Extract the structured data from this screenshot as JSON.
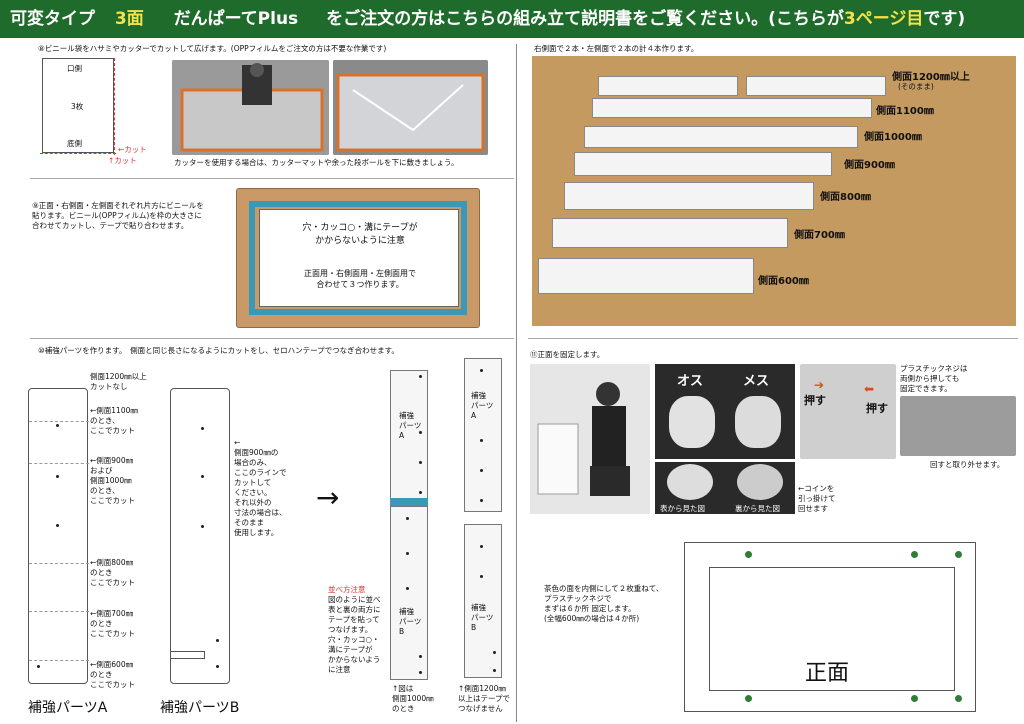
{
  "header": {
    "part1": "可変タイプ",
    "part2": "3面",
    "part3": "だんぱーてPlus",
    "part4": "をご注文の方はこちらの組み立て説明書をご覧ください。(こちらが",
    "part5": "3ページ目",
    "part6": "です)"
  },
  "s8": {
    "title": "⑧ビニール袋をハサミやカッターでカットして広げます。(OPPフィルムをご注文の方は不要な作業です)",
    "top": "口側",
    "mid": "3枚",
    "bottom": "底側",
    "cut1": "←カット",
    "cut2": "↑カット",
    "caption": "カッターを使用する場合は、カッターマットや余った段ボールを下に敷きましょう。"
  },
  "s9": {
    "text": [
      "⑨正面・右側面・左側面それぞれ片方にビニールを",
      "貼ります。ビニール(OPPフィルム)を枠の大きさに",
      "合わせてカットし、テープで貼り合わせます。"
    ],
    "note1": "穴・カッコ○・溝にテープが",
    "note2": "かからないように注意",
    "note3": "正面用・右側面用・左側面用で",
    "note4": "合わせて３つ作ります。"
  },
  "s10": {
    "title": "⑩補強パーツを作ります。　側面と同じ長さになるようにカットをし、セロハンテープでつなぎ合わせます。",
    "a_top": [
      "側面1200㎜以上",
      "カットなし"
    ],
    "a_marks": [
      [
        "←側面1100㎜",
        "のとき、",
        "ここでカット"
      ],
      [
        "←側面900㎜",
        "および",
        "側面1000㎜",
        "のとき、",
        "ここでカット"
      ],
      [
        "←側面800㎜",
        "のとき",
        "ここでカット"
      ],
      [
        "←側面700㎜",
        "のとき",
        "ここでカット"
      ],
      [
        "←側面600㎜",
        "のとき",
        "ここでカット"
      ]
    ],
    "b_note": [
      "←",
      "側面900㎜の",
      "場合のみ、",
      "ここのラインで",
      "カットして",
      "ください。",
      "それ以外の",
      "寸法の場合は、",
      "そのまま",
      "使用します。"
    ],
    "arrow": "→",
    "part_label": [
      "補強",
      "パーツ",
      "A"
    ],
    "part_label_b": [
      "補強",
      "パーツ",
      "B"
    ],
    "warn_title": "並べ方注意",
    "warn": [
      "図のように並べ",
      "表と裏の両方に",
      "テープを貼って",
      "つなげます。",
      "穴・カッコ○・",
      "溝にテープが",
      "かからないよう",
      "に注意"
    ],
    "cap1": [
      "↑図は",
      "側面1000㎜",
      "のとき"
    ],
    "cap2": [
      "↑側面1200㎜",
      "以上はテープで",
      "つなげません"
    ],
    "labelA": "補強パーツA",
    "labelB": "補強パーツB"
  },
  "rtop": {
    "title": "右側面で２本・左側面で２本の計４本作ります。",
    "labels": [
      "側面1200㎜以上",
      "(そのまま)",
      "側面1100㎜",
      "側面1000㎜",
      "側面900㎜",
      "側面800㎜",
      "側面700㎜",
      "側面600㎜"
    ]
  },
  "s11": {
    "title": "⑪正面を固定します。",
    "osu": "オス",
    "mesu": "メス",
    "push1": "押す",
    "push2": "押す",
    "screw": [
      "プラスチックネジは",
      "両側から押しても",
      "固定できます。"
    ],
    "remove": "回すと取り外せます。",
    "front_view": "表から見た図",
    "back_view": "裏から見た図",
    "coin": [
      "←コインを",
      "引っ掛けて",
      "回せます"
    ],
    "fix": [
      "茶色の面を内側にして２枚重ねて、",
      "プラスチックネジで",
      "まずは６か所 固定します。",
      "(全幅600㎜の場合は４か所)"
    ],
    "front": "正面"
  }
}
